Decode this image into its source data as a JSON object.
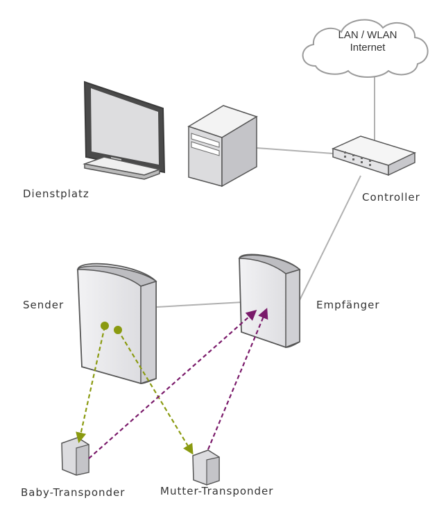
{
  "cloud": {
    "line1": "LAN / WLAN",
    "line2": "Internet"
  },
  "labels": {
    "workstation": "Dienstplatz",
    "controller": "Controller",
    "sender": "Sender",
    "receiver": "Empfänger",
    "baby": "Baby-Transponder",
    "mother": "Mutter-Transponder"
  },
  "colors": {
    "olive_signal": "#8a9a10",
    "purple_signal": "#7a1a6a",
    "connection_line": "#b0b0b0",
    "device_fill": "#e8e8ea",
    "device_stroke": "#555555"
  }
}
